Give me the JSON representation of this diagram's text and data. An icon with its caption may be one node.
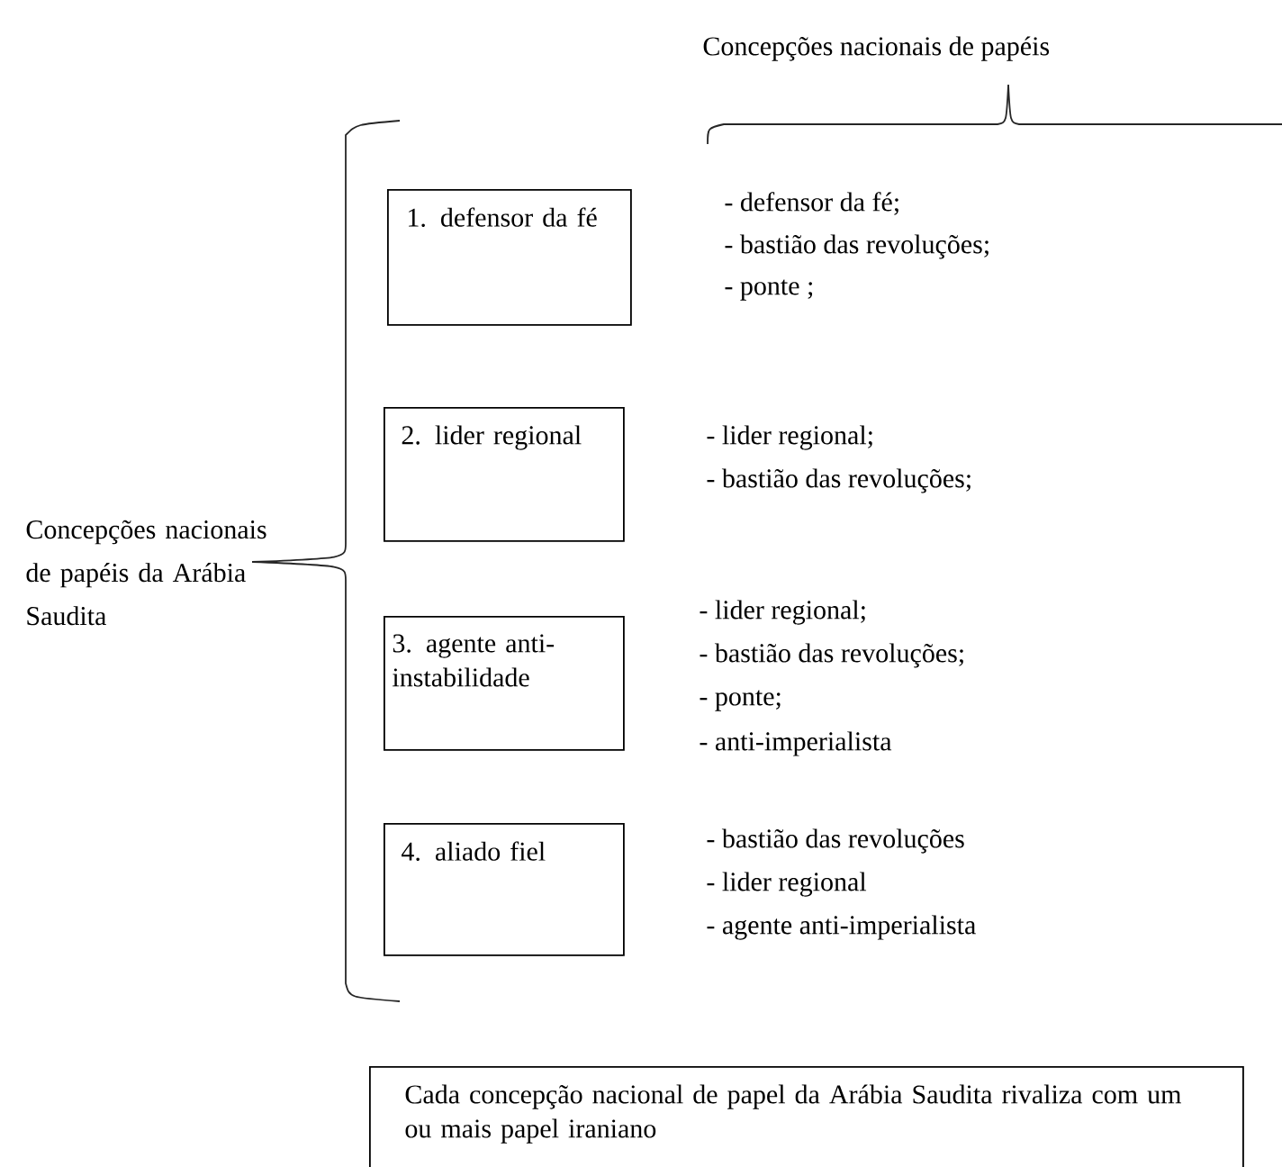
{
  "diagram": {
    "nodes": [
      {
        "text": [
          "1. defensor da fé"
        ]
      },
      {
        "text": [
          "2. lider regional"
        ]
      },
      {
        "text": [
          "3. agente anti-instabilidade"
        ]
      },
      {
        "text": [
          "4. aliado fiel"
        ]
      },
      {
        "text": [
          "Cada concepção nacional de papel da Arábia Saudita rivaliza com um ou mais papel iraniano"
        ]
      }
    ],
    "labels": [
      "Concepções nacionais de papéis",
      "- defensor da fé;",
      "- bastião das revoluções;",
      "- ponte ;",
      "- lider regional;",
      "- bastião das revoluções;",
      "Concepções nacionais de papéis da Arábia Saudita",
      "- lider regional;",
      "- bastião das revoluções;",
      "- ponte;",
      "- anti-imperialista",
      "- bastião das revoluções",
      "- lider regional",
      "- agente anti-imperialista"
    ]
  }
}
